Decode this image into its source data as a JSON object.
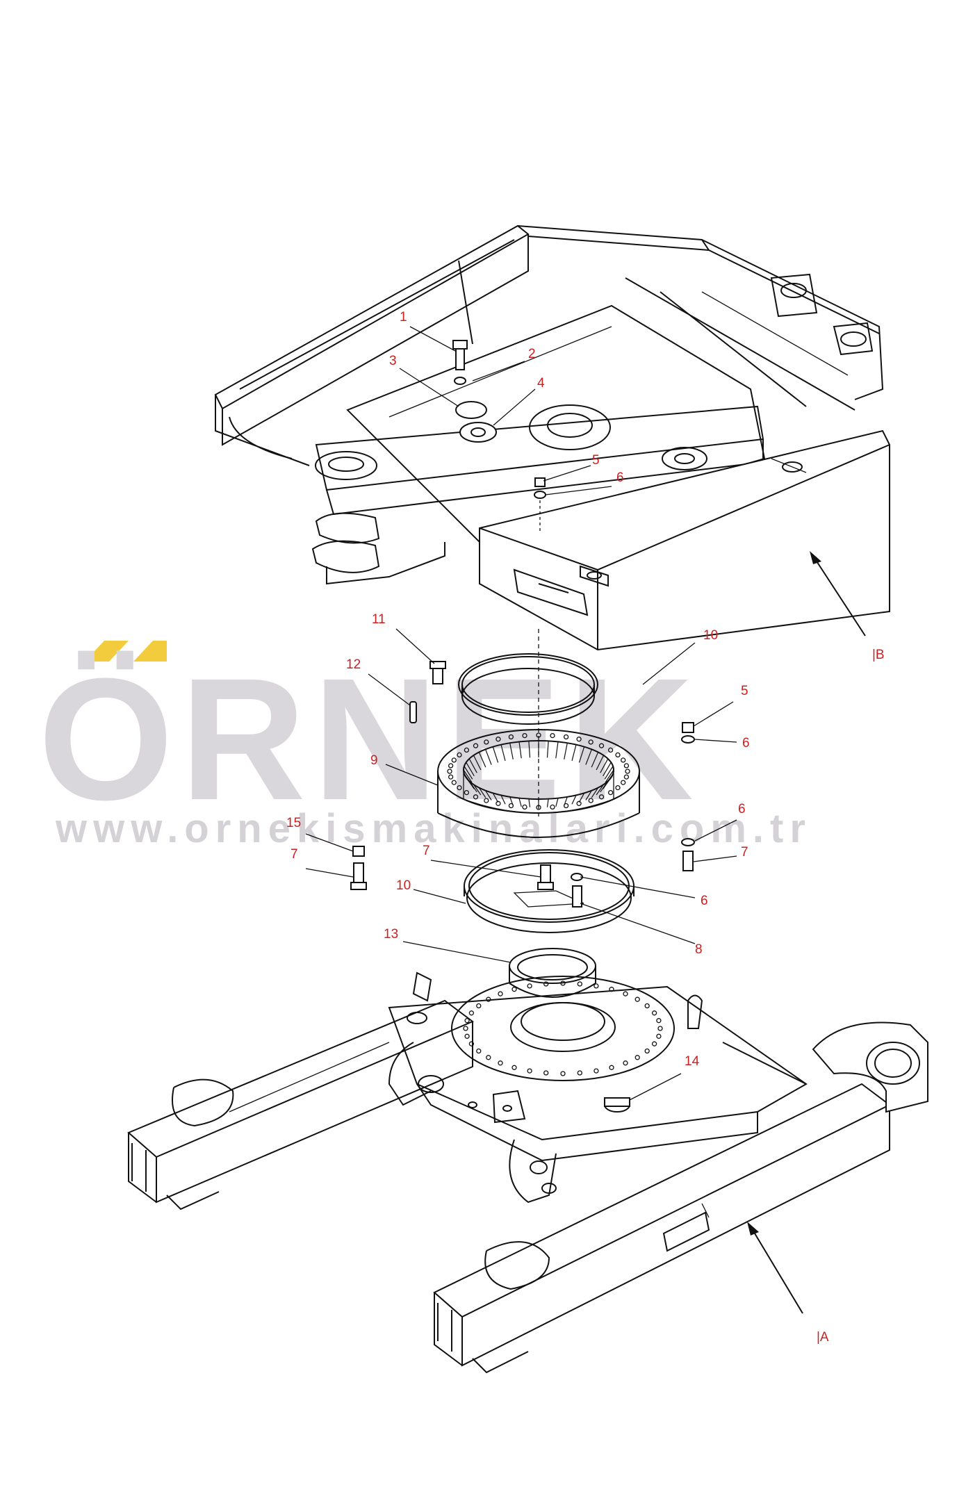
{
  "watermark": {
    "brand": "ÖRNEK",
    "url": "www.ornekismakinalari.com.tr",
    "accent_color": "#f2cc3c",
    "text_color": "#d9d7db"
  },
  "callout_color": "#cc1f1f",
  "callouts": [
    "1",
    "2",
    "3",
    "4",
    "5",
    "6",
    "11",
    "12",
    "10",
    "9",
    "5",
    "6",
    "6",
    "15",
    "7",
    "7",
    "7",
    "10",
    "6",
    "8",
    "13",
    "14"
  ],
  "refs": [
    "|B",
    "|A"
  ]
}
